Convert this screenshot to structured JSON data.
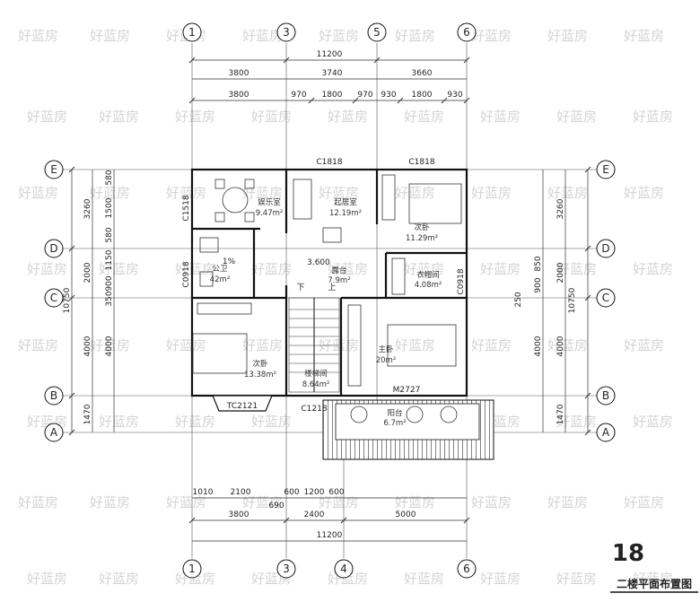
{
  "drawing_title": "二楼平面布置图",
  "watermark_text": "好蓝房",
  "corner_logo": "18",
  "grid_axes": {
    "vertical_top": [
      "1",
      "3",
      "5",
      "6"
    ],
    "vertical_bottom": [
      "1",
      "3",
      "4",
      "6"
    ],
    "horizontal": [
      "E",
      "D",
      "C",
      "B",
      "A"
    ]
  },
  "dims_top": {
    "total": "11200",
    "row1": [
      "3800",
      "3740",
      "3660"
    ],
    "row2": [
      "3800",
      "970",
      "1800",
      "970",
      "930",
      "1800",
      "930"
    ]
  },
  "dims_bottom": {
    "total": "11200",
    "row1": [
      "1010",
      "2100",
      "600",
      "1200",
      "600"
    ],
    "extra": "690",
    "row2": [
      "3800",
      "2400",
      "5000"
    ]
  },
  "dims_left": {
    "total": "10750",
    "outer": [
      "3260",
      "2000",
      "4000",
      "1470"
    ],
    "inner": [
      "580",
      "1500",
      "580",
      "1150",
      "900",
      "350",
      "4000"
    ]
  },
  "dims_right": {
    "total": "10750",
    "outer": [
      "3260",
      "2000",
      "4000",
      "1470"
    ],
    "inner": [
      "850",
      "900",
      "250",
      "4000"
    ]
  },
  "rooms": [
    {
      "name": "娱乐室",
      "area": "9.47m²"
    },
    {
      "name": "起居室",
      "area": "12.19m²"
    },
    {
      "name": "次卧",
      "area": "11.29m²"
    },
    {
      "name": "公卫",
      "area": "42m²"
    },
    {
      "name": "露台",
      "area": "7.9m²"
    },
    {
      "name": "衣帽间",
      "area": "4.08m²"
    },
    {
      "name": "主卧",
      "area": "20m²"
    },
    {
      "name": "次卧",
      "area": "13.38m²"
    },
    {
      "name": "楼梯间",
      "area": "8.64m²"
    },
    {
      "name": "阳台",
      "area": "6.7m²"
    }
  ],
  "labels": {
    "window_c1818_a": "C1818",
    "window_c1818_b": "C1818",
    "window_c1518": "C1518",
    "window_c0918_a": "C0918",
    "window_c0918_b": "C0918",
    "window_tc2121": "TC2121",
    "window_c1218": "C1218",
    "door_m2727": "M2727",
    "elevation": "3.600",
    "slope": "1%",
    "stair_down": "下",
    "stair_up": "上"
  }
}
